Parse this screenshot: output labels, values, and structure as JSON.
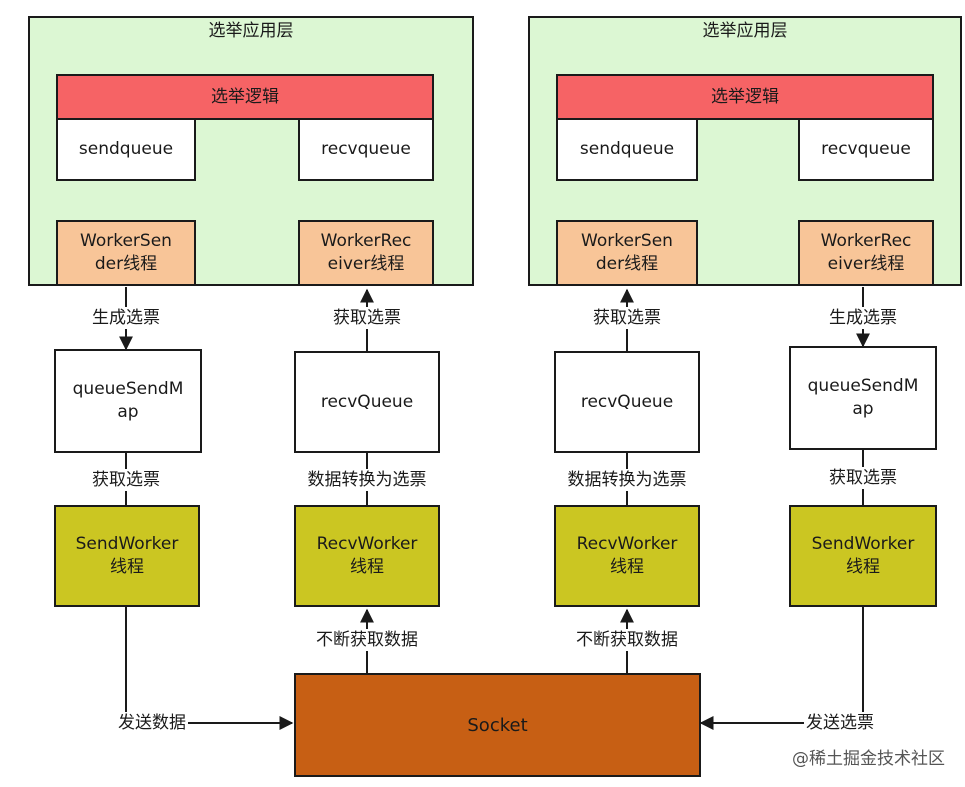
{
  "left": {
    "layer_title": "选举应用层",
    "election_logic": "选举逻辑",
    "sendqueue": "sendqueue",
    "recvqueue": "recvqueue",
    "worker_sender": [
      "WorkerSen",
      "der线程"
    ],
    "worker_receiver": [
      "WorkerRec",
      "eiver线程"
    ],
    "label_generate_vote": "生成选票",
    "label_get_vote_top": "获取选票",
    "queue_send_map": [
      "queueSendM",
      "ap"
    ],
    "recv_queue": "recvQueue",
    "label_get_vote_mid": "获取选票",
    "label_convert": "数据转换为选票",
    "send_worker": [
      "SendWorker",
      "线程"
    ],
    "recv_worker": [
      "RecvWorker",
      "线程"
    ],
    "label_fetch_data": "不断获取数据",
    "label_send_data": "发送数据"
  },
  "right": {
    "layer_title": "选举应用层",
    "election_logic": "选举逻辑",
    "sendqueue": "sendqueue",
    "recvqueue": "recvqueue",
    "worker_sender": [
      "WorkerSen",
      "der线程"
    ],
    "worker_receiver": [
      "WorkerRec",
      "eiver线程"
    ],
    "label_get_vote_top": "获取选票",
    "label_generate_vote": "生成选票",
    "recv_queue": "recvQueue",
    "queue_send_map": [
      "queueSendM",
      "ap"
    ],
    "label_convert": "数据转换为选票",
    "label_get_vote_mid": "获取选票",
    "recv_worker": [
      "RecvWorker",
      "线程"
    ],
    "send_worker": [
      "SendWorker",
      "线程"
    ],
    "label_fetch_data": "不断获取数据",
    "label_send_vote": "发送选票"
  },
  "socket": "Socket",
  "watermark": "@稀土掘金技术社区",
  "colors": {
    "layer": "#dcf7d3",
    "election_logic": "#f66365",
    "worker_threads": "#f8c598",
    "network_workers": "#cbc622",
    "socket": "#c75f14"
  }
}
